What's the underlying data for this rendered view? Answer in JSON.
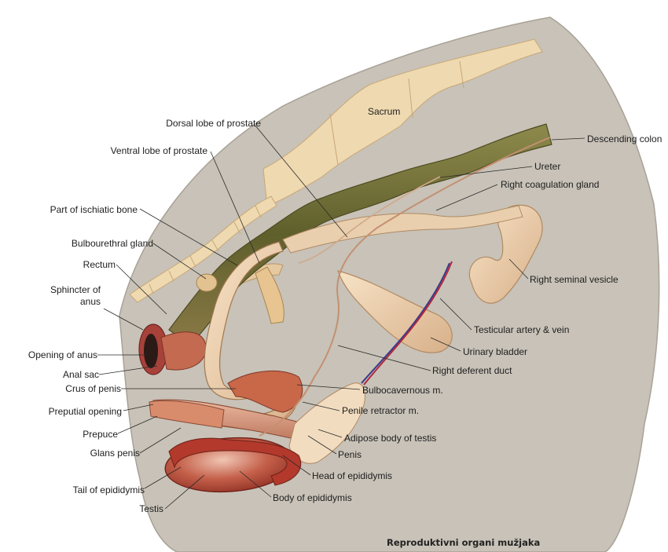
{
  "caption": "Reproduktivni organi mužjaka",
  "structure_labels": {
    "sacrum": "Sacrum"
  },
  "labels": {
    "dorsal_lobe_prostate": "Dorsal lobe of prostate",
    "ventral_lobe_prostate": "Ventral lobe of prostate",
    "part_ischiatic_bone": "Part of ischiatic bone",
    "bulbourethral_gland": "Bulbourethral gland",
    "rectum": "Rectum",
    "sphincter_line1": "Sphincter of",
    "sphincter_line2": "anus",
    "opening_anus": "Opening of anus",
    "anal_sac": "Anal sac",
    "crus_penis": "Crus of penis",
    "preputial_opening": "Preputial opening",
    "prepuce": "Prepuce",
    "glans_penis": "Glans penis",
    "tail_epididymis": "Tail of epididymis",
    "testis": "Testis",
    "descending_colon": "Descending colon",
    "ureter": "Ureter",
    "right_coagulation_gland": "Right coagulation gland",
    "right_seminal_vesicle": "Right seminal vesicle",
    "testicular_artery_vein": "Testicular artery & vein",
    "urinary_bladder": "Urinary bladder",
    "right_deferent_duct": "Right deferent duct",
    "bulbocavernous": "Bulbocavernous m.",
    "penile_retractor": "Penile retractor m.",
    "adipose_body_testis": "Adipose body of testis",
    "penis": "Penis",
    "head_epididymis": "Head of epididymis",
    "body_epididymis": "Body of epididymis"
  },
  "colors": {
    "background_panel": "#c8c2b8",
    "bone": "#efd9b0",
    "rectum": "#6f6e37",
    "organ_light": "#efd3ae",
    "organ_red": "#b85c3c",
    "testis": "#b2392c",
    "artery": "#b0283a",
    "vein": "#3a3a8c"
  }
}
